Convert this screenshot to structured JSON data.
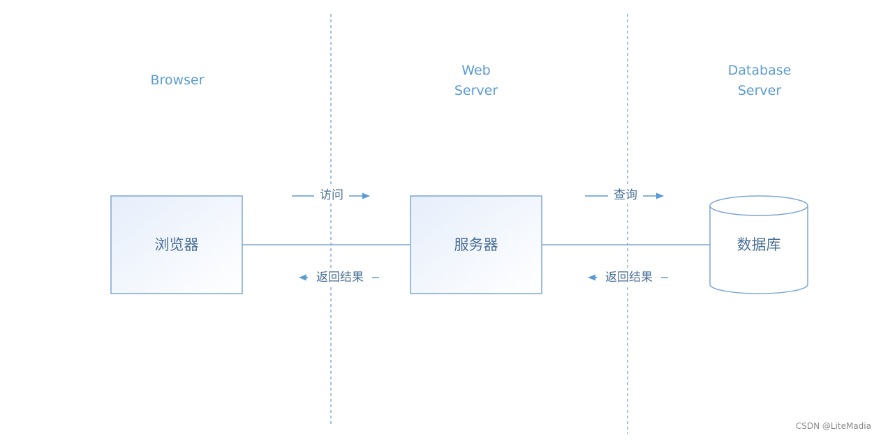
{
  "lanes": {
    "browser": "Browser",
    "web_server": "Web\nServer",
    "database_server": "Database\nServer"
  },
  "nodes": {
    "browser": "浏览器",
    "server": "服务器",
    "database": "数据库"
  },
  "edges": {
    "visit": "访问",
    "return_1": "返回结果",
    "query": "查询",
    "return_2": "返回结果"
  },
  "watermark": "CSDN @LiteMadia",
  "colors": {
    "accent": "#5b9bd5",
    "box_border": "#7ea6d6",
    "box_fill_start": "#e6eefb",
    "box_fill_end": "#ffffff",
    "divider": "#7ea6d6",
    "label_text": "#4a6f96"
  }
}
